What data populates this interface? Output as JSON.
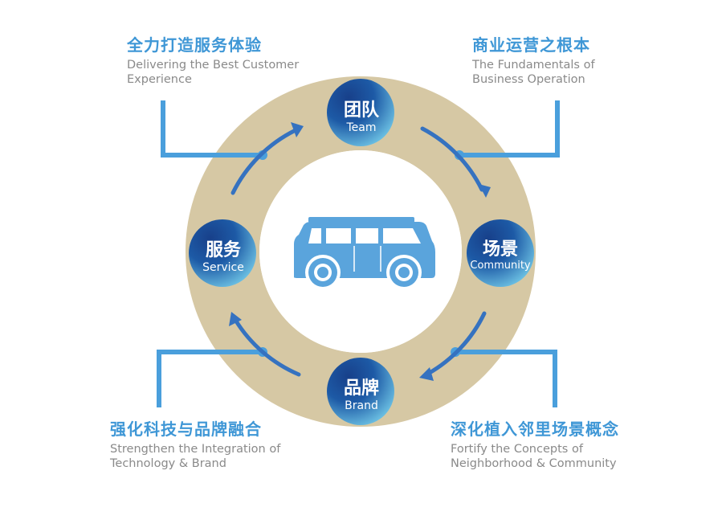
{
  "nodes": {
    "team": {
      "zh": "团队",
      "en": "Team"
    },
    "community": {
      "zh": "场景",
      "en": "Community"
    },
    "brand": {
      "zh": "品牌",
      "en": "Brand"
    },
    "service": {
      "zh": "服务",
      "en": "Service"
    }
  },
  "captions": {
    "top_left": {
      "zh": "全力打造服务体验",
      "en_line1": "Delivering the Best Customer",
      "en_line2": "Experience"
    },
    "top_right": {
      "zh": "商业运营之根本",
      "en_line1": "The Fundamentals of",
      "en_line2": "Business Operation"
    },
    "bottom_left": {
      "zh": "强化科技与品牌融合",
      "en_line1": "Strengthen the Integration of",
      "en_line2": "Technology & Brand"
    },
    "bottom_right": {
      "zh": "深化植入邻里场景概念",
      "en_line1": "Fortify the Concepts of",
      "en_line2": "Neighborhood & Community"
    }
  },
  "colors": {
    "ring": "#d6c8a4",
    "accent_blue": "#4a9fdc",
    "arrow_blue": "#3572c0",
    "node_dark": "#16458f",
    "node_light": "#6fc9ea",
    "car": "#5aa4dc",
    "caption_zh": "#3f97d6",
    "caption_en": "#8a8a8a"
  },
  "icons": {
    "center": "car-icon"
  }
}
